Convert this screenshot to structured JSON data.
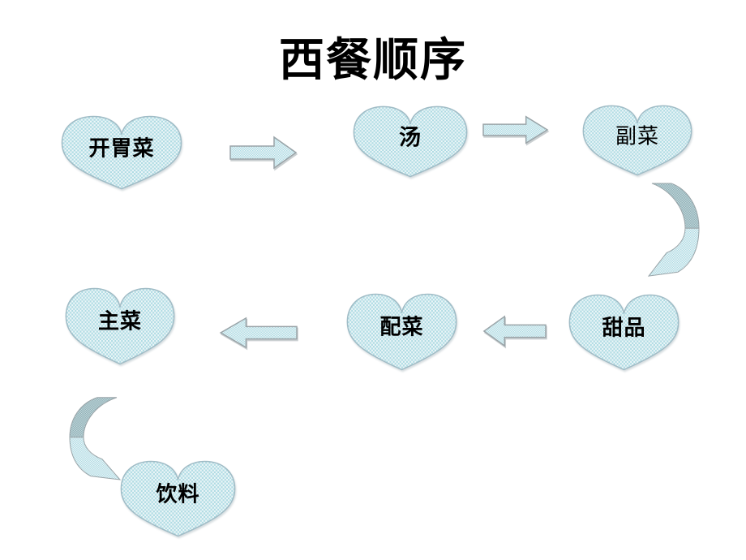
{
  "title": "西餐顺序",
  "colors": {
    "background": "#ffffff",
    "title_color": "#000000",
    "label_color": "#000000",
    "heart_fill": "#aedbe3",
    "stipple_white": "#edf6f8",
    "heart_outline": "#a0bcc6",
    "arrow_outline": "#9aa4a8",
    "curved_dark": "#8fb0b6",
    "curved_dark_light": "#c2d6da"
  },
  "steps": [
    {
      "id": "appetizer",
      "shape": "heart",
      "label": "开胃菜"
    },
    {
      "id": "soup",
      "shape": "heart",
      "label": "汤"
    },
    {
      "id": "side-dish",
      "shape": "heart",
      "label": "副菜"
    },
    {
      "id": "dessert",
      "shape": "heart",
      "label": "甜品"
    },
    {
      "id": "garnish",
      "shape": "heart",
      "label": "配菜"
    },
    {
      "id": "main-course",
      "shape": "heart",
      "label": "主菜"
    },
    {
      "id": "drink",
      "shape": "heart",
      "label": "饮料"
    }
  ]
}
